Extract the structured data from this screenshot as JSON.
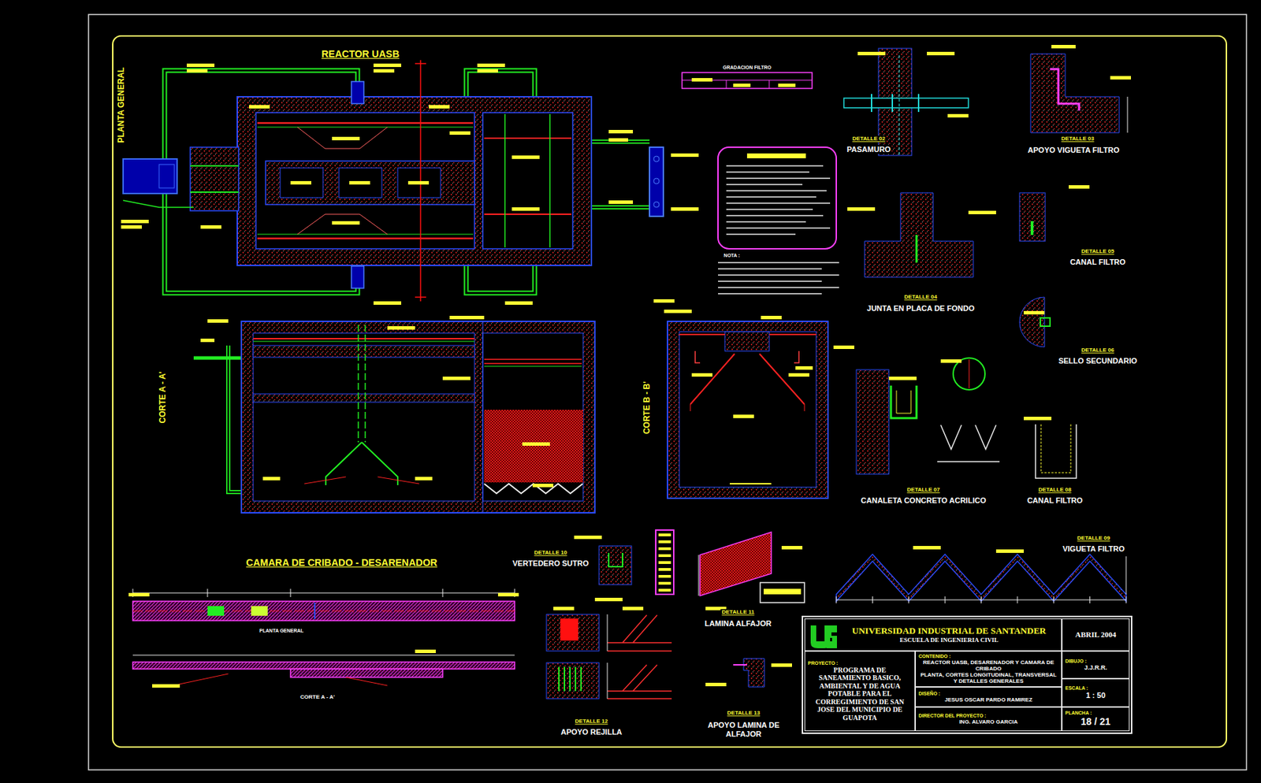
{
  "diagram": {
    "nodes": [
      {
        "text": [
          "UNIVERSIDAD INDUSTRIAL DE SANTANDER",
          "ESCUELA DE INGENIERIA CIVIL"
        ]
      },
      {
        "text": [
          "ABRIL 2004"
        ]
      },
      {
        "text": [
          "PROYECTO :",
          "PROGRAMA DE SANEAMIENTO BASICO, AMBIENTAL Y DE AGUA POTABLE PARA EL CORREGIMIENTO DE SAN JOSE DEL MUNICIPIO DE GUAPOTA"
        ]
      },
      {
        "text": [
          "CONTENIDO :",
          "REACTOR UASB, DESARENADOR Y CAMARA DE CRIBADO",
          "PLANTA, CORTES LONGITUDINAL, TRANSVERSAL Y DETALLES GENERALES"
        ]
      },
      {
        "text": [
          "DIBUJO :",
          "J.J.R.R."
        ]
      },
      {
        "text": [
          "ESCALA :",
          "1 : 50"
        ]
      },
      {
        "text": [
          "DISEÑO :",
          "JESUS OSCAR PARDO RAMIREZ"
        ]
      },
      {
        "text": [
          "PLANCHA :",
          "18 / 21"
        ]
      },
      {
        "text": [
          "DIRECTOR DEL PROYECTO :",
          "ING. ALVARO GARCIA"
        ]
      }
    ],
    "edges": [],
    "labels": [
      "REACTOR UASB",
      "PLANTA GENERAL",
      "GRADACION FILTRO",
      "CORTE A - A'",
      "CORTE B - B'",
      "DETALLE 02",
      "PASAMURO",
      "DETALLE 03",
      "APOYO VIGUETA FILTRO",
      "DETALLE 04",
      "JUNTA EN PLACA DE FONDO",
      "DETALLE 05",
      "CANAL FILTRO",
      "DETALLE 06",
      "SELLO SECUNDARIO",
      "DETALLE 07",
      "CANALETA CONCRETO ACRILICO",
      "DETALLE 08",
      "CANAL FILTRO",
      "DETALLE 09",
      "VIGUETA FILTRO",
      "DETALLE 10",
      "VERTEDERO SUTRO",
      "DETALLE 11",
      "LAMINA ALFAJOR",
      "DETALLE 12",
      "APOYO REJILLA",
      "DETALLE 13",
      "APOYO LAMINA DE ALFAJOR",
      "CAMARA DE CRIBADO - DESARENADOR",
      "PLANTA GENERAL",
      "CORTE A - A'",
      "NOTA :"
    ]
  }
}
